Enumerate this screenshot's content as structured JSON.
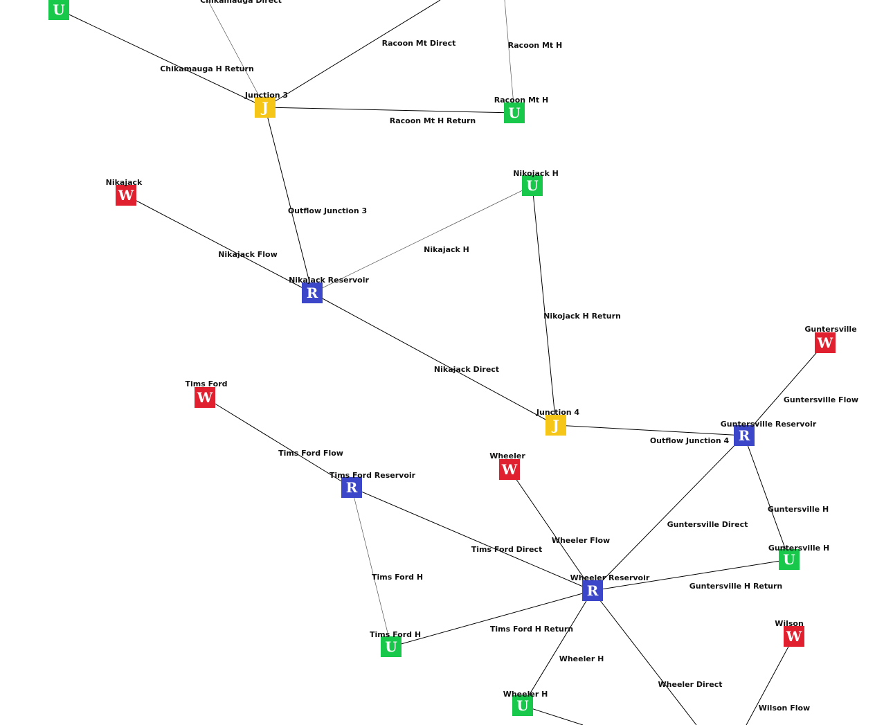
{
  "colors": {
    "W": "#e0202e",
    "U": "#18c84a",
    "J": "#f5c518",
    "R": "#3c46c8"
  },
  "nodes": [
    {
      "id": "top-left-u",
      "type": "U",
      "glyph": "U",
      "label": ""
    },
    {
      "id": "junction-3",
      "type": "J",
      "glyph": "J",
      "label": "Junction 3"
    },
    {
      "id": "racoon-mt-h",
      "type": "U",
      "glyph": "U",
      "label": "Racoon Mt H"
    },
    {
      "id": "nikajack",
      "type": "W",
      "glyph": "W",
      "label": "Nikajack"
    },
    {
      "id": "nikojack-h",
      "type": "U",
      "glyph": "U",
      "label": "Nikojack H"
    },
    {
      "id": "nikajack-reservoir",
      "type": "R",
      "glyph": "R",
      "label": "Nikajack Reservoir"
    },
    {
      "id": "junction-4",
      "type": "J",
      "glyph": "J",
      "label": "Junction 4"
    },
    {
      "id": "guntersville",
      "type": "W",
      "glyph": "W",
      "label": "Guntersville"
    },
    {
      "id": "guntersville-reservoir",
      "type": "R",
      "glyph": "R",
      "label": "Guntersville Reservoir"
    },
    {
      "id": "guntersville-h",
      "type": "U",
      "glyph": "U",
      "label": "Guntersville H"
    },
    {
      "id": "tims-ford",
      "type": "W",
      "glyph": "W",
      "label": "Tims Ford"
    },
    {
      "id": "tims-ford-reservoir",
      "type": "R",
      "glyph": "R",
      "label": "Tims Ford Reservoir"
    },
    {
      "id": "tims-ford-h",
      "type": "U",
      "glyph": "U",
      "label": "Tims Ford H"
    },
    {
      "id": "wheeler",
      "type": "W",
      "glyph": "W",
      "label": "Wheeler"
    },
    {
      "id": "wheeler-reservoir",
      "type": "R",
      "glyph": "R",
      "label": "Wheeler Reservoir"
    },
    {
      "id": "wheeler-h",
      "type": "U",
      "glyph": "U",
      "label": "Wheeler H"
    },
    {
      "id": "wilson",
      "type": "W",
      "glyph": "W",
      "label": "Wilson"
    }
  ],
  "edges": [
    {
      "label": "Chikamauga H Return"
    },
    {
      "label": "Chikamauga Direct"
    },
    {
      "label": "Racoon Mt Direct"
    },
    {
      "label": "Racoon Mt H"
    },
    {
      "label": "Racoon Mt H Return"
    },
    {
      "label": "Outflow Junction 3"
    },
    {
      "label": "Nikajack Flow"
    },
    {
      "label": "Nikajack H"
    },
    {
      "label": "Nikojack H Return"
    },
    {
      "label": "Nikajack Direct"
    },
    {
      "label": "Outflow Junction 4"
    },
    {
      "label": "Guntersville Flow"
    },
    {
      "label": "Guntersville Direct"
    },
    {
      "label": "Guntersville H"
    },
    {
      "label": "Guntersville H Return"
    },
    {
      "label": "Tims Ford Flow"
    },
    {
      "label": "Tims Ford H"
    },
    {
      "label": "Tims Ford Direct"
    },
    {
      "label": "Tims Ford H Return"
    },
    {
      "label": "Wheeler Flow"
    },
    {
      "label": "Wheeler H"
    },
    {
      "label": "Wheeler Direct"
    },
    {
      "label": "Wilson Flow"
    },
    {
      "label": ""
    }
  ]
}
